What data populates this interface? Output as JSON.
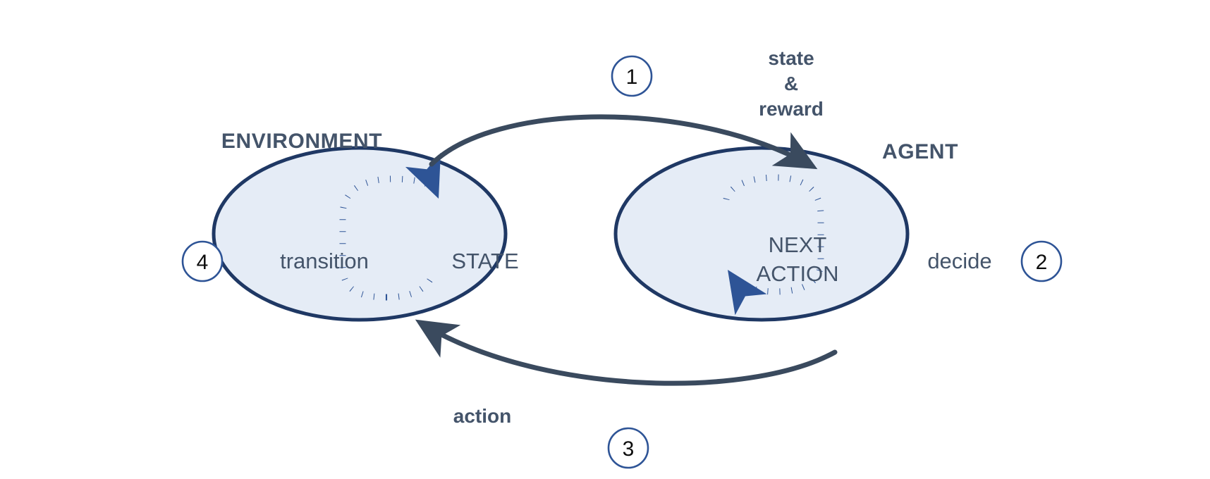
{
  "diagram": {
    "title": "Reinforcement learning agent-environment interaction loop",
    "colors": {
      "ellipse_fill": "#e5ecf6",
      "ellipse_stroke": "#1f3864",
      "arrow_outer": "#3a4a5e",
      "loop_dotted": "#2e5496",
      "label_text": "#44546a",
      "inner_text": "#44546a",
      "step_circle_stroke": "#2e5496",
      "step_number_text": "#0d0d0d",
      "background": "#ffffff"
    },
    "nodes": [
      {
        "id": "environment",
        "title": "ENVIRONMENT",
        "inner_left": "transition",
        "inner_right": "STATE",
        "inner_right_line2": ""
      },
      {
        "id": "agent",
        "title": "AGENT",
        "inner_left": "NEXT",
        "inner_left_line2": "ACTION",
        "inner_right": "decide"
      }
    ],
    "edges": [
      {
        "id": "state-reward",
        "label_line1": "state",
        "label_line2": "&",
        "label_line3": "reward",
        "from": "environment",
        "to": "agent"
      },
      {
        "id": "action",
        "label": "action",
        "from": "agent",
        "to": "environment"
      }
    ],
    "steps": [
      {
        "id": "step-1",
        "number": "1"
      },
      {
        "id": "step-2",
        "number": "2"
      },
      {
        "id": "step-3",
        "number": "3"
      },
      {
        "id": "step-4",
        "number": "4"
      }
    ]
  }
}
